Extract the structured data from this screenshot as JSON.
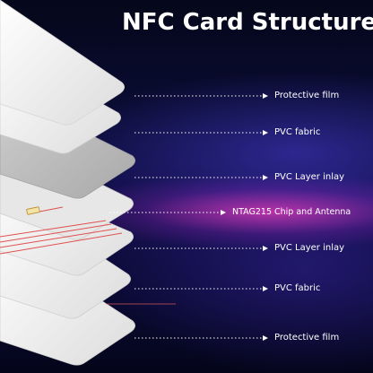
{
  "title": "NFC Card Structure",
  "layers": [
    {
      "label": "Protective film",
      "color": "#ffffff"
    },
    {
      "label": "PVC fabric",
      "color": "#e6e6e6"
    },
    {
      "label": "PVC Layer inlay",
      "color": "#b9b9b9"
    },
    {
      "label": "NTAG215 Chip and Antenna",
      "color": "#e9e9e9"
    },
    {
      "label": "PVC Layer inlay",
      "color": "#e2e2e2"
    },
    {
      "label": "PVC fabric",
      "color": "#ececec"
    },
    {
      "label": "Protective film",
      "color": "#ffffff"
    }
  ],
  "colors": {
    "background": "#0a0c33",
    "glow": "#ec3cbe",
    "antenna": "#e04040",
    "leader": "#ffffff"
  }
}
